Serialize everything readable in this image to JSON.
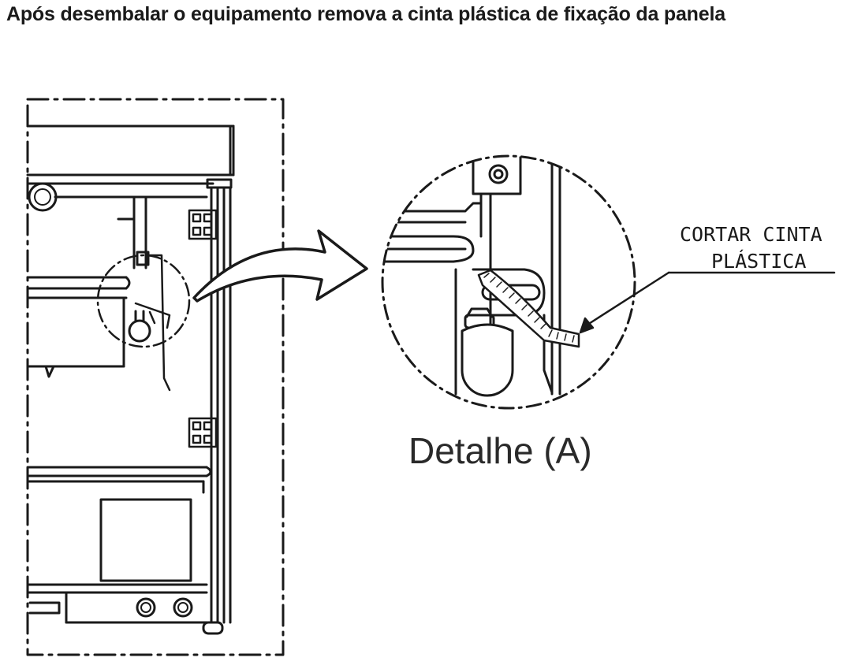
{
  "header": {
    "title": "Após desembalar o equipamento remova a cinta plástica de fixação da panela"
  },
  "detail": {
    "callout_line1": "CORTAR CINTA",
    "callout_line2": "PLÁSTICA",
    "caption": "Detalhe (A)"
  },
  "colors": {
    "ink": "#1a1a1a",
    "background": "#ffffff"
  }
}
